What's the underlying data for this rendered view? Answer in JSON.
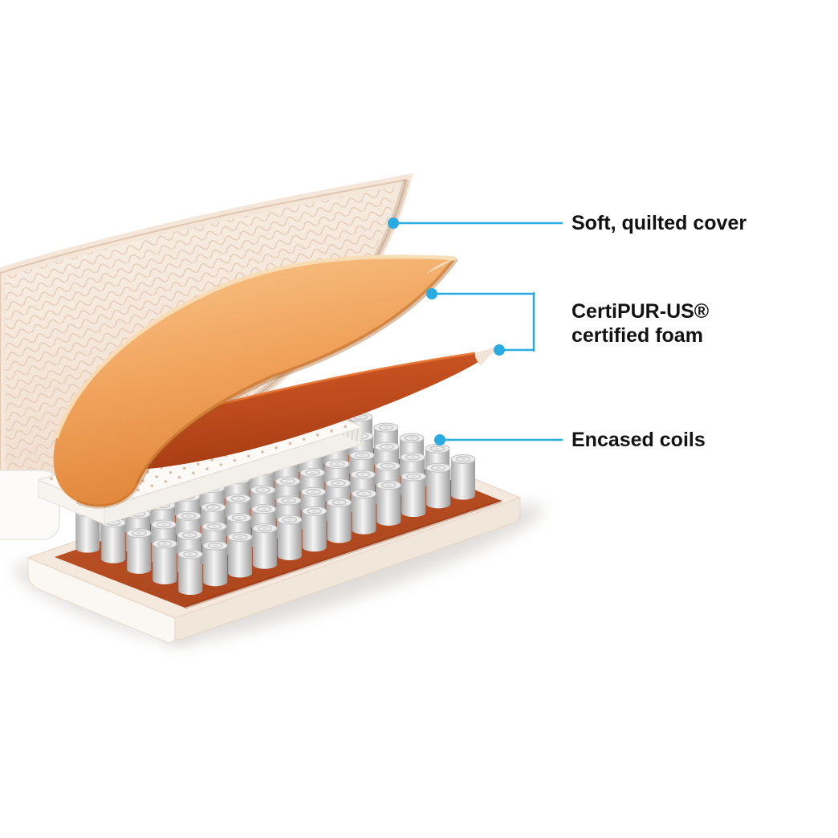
{
  "diagram": {
    "background": "#FFFFFF",
    "accent_color": "#29ABE2",
    "text_color": "#121212",
    "layers": {
      "quilted_cover": {
        "color": "#F6EADF"
      },
      "certified_foam": {
        "color": "#F0A159"
      },
      "transition_foam": {
        "color": "#C04E1E"
      },
      "perforated_foam": {
        "color": "#FBFAF7"
      },
      "encased_coils": {
        "color": "#D6D6D6"
      },
      "base": {
        "color": "#BC4F25"
      }
    },
    "callouts": {
      "cover": {
        "label": "Soft, quilted cover"
      },
      "foam": {
        "line1": "CertiPUR-US®",
        "line2": "certified foam"
      },
      "coils": {
        "label": "Encased coils"
      }
    }
  }
}
